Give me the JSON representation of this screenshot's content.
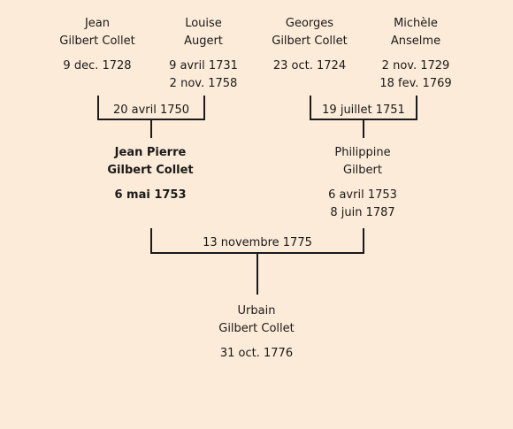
{
  "persons": [
    {
      "id": "jean",
      "name": [
        "Jean",
        "Gilbert Collet"
      ],
      "dates": [
        "9 dec. 1728"
      ]
    },
    {
      "id": "louise",
      "name": [
        "Louise",
        "Augert"
      ],
      "dates": [
        "9 avril 1731",
        "2 nov. 1758"
      ]
    },
    {
      "id": "georges",
      "name": [
        "Georges",
        "Gilbert Collet"
      ],
      "dates": [
        "23 oct. 1724"
      ]
    },
    {
      "id": "michele",
      "name": [
        "Michèle",
        "Anselme"
      ],
      "dates": [
        "2 nov. 1729",
        "18 fev. 1769"
      ]
    },
    {
      "id": "jean-pierre",
      "name": [
        "Jean Pierre",
        "Gilbert Collet"
      ],
      "dates": [
        "6 mai 1753"
      ]
    },
    {
      "id": "philippine",
      "name": [
        "Philippine",
        "Gilbert"
      ],
      "dates": [
        "6 avril 1753",
        "8 juin 1787"
      ]
    },
    {
      "id": "urbain",
      "name": [
        "Urbain",
        "Gilbert Collet"
      ],
      "dates": [
        "31 oct. 1776"
      ]
    }
  ],
  "marriages": [
    {
      "id": "jean-louise",
      "date": "20 avril 1750"
    },
    {
      "id": "georges-michele",
      "date": "19 juillet 1751"
    },
    {
      "id": "jeanpierre-philippine",
      "date": "13 novembre 1775"
    }
  ]
}
